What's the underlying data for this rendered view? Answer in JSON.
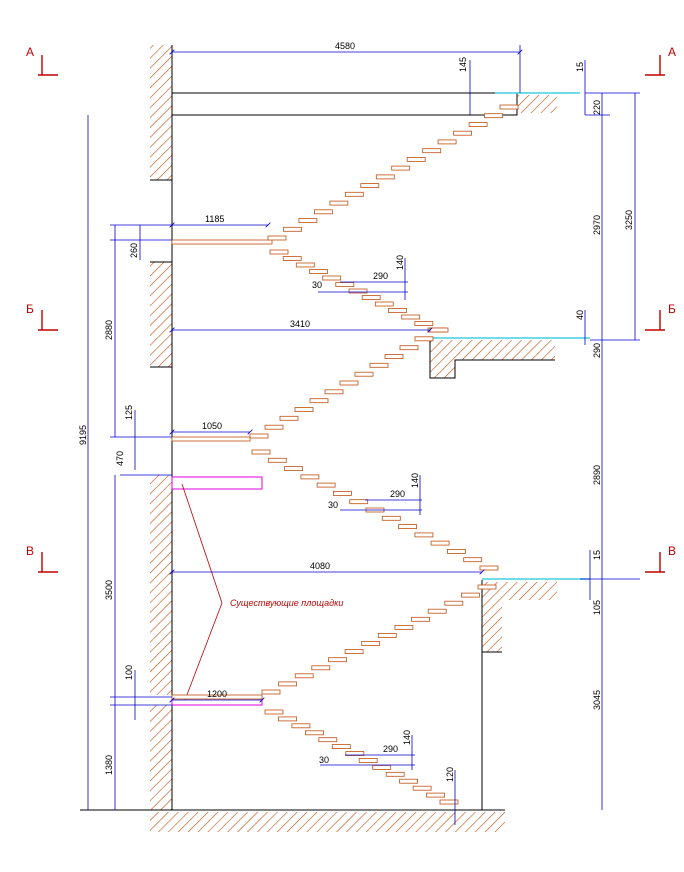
{
  "sections": {
    "a_label": "А",
    "b_label": "Б",
    "v_label": "В"
  },
  "note": "Существующие площадки",
  "dims": {
    "top_width": "4580",
    "top_145": "145",
    "top_15": "15",
    "top_220": "220",
    "right_2970": "2970",
    "right_3250": "3250",
    "landing1_1185": "1185",
    "landing1_260": "260",
    "step1_290": "290",
    "step1_140": "140",
    "step1_30": "30",
    "left_2880": "2880",
    "mid_3410": "3410",
    "mid_40": "40",
    "mid_290": "290",
    "left_9195": "9195",
    "left_125": "125",
    "landing2_1050": "1050",
    "left_470": "470",
    "right_2890": "2890",
    "step2_140": "140",
    "step2_290": "290",
    "step2_30": "30",
    "left_3500": "3500",
    "low_4080": "4080",
    "low_15": "15",
    "low_105": "105",
    "left_100": "100",
    "landing3_1200": "1200",
    "right_3045": "3045",
    "step3_140": "140",
    "step3_290": "290",
    "step3_30": "30",
    "bottom_120": "120",
    "left_1380": "1380"
  },
  "colors": {
    "dimension": "#0000cc",
    "tread": "#c05010",
    "section": "#c00000",
    "existing": "#e000e0",
    "finish": "#40d0e0"
  }
}
